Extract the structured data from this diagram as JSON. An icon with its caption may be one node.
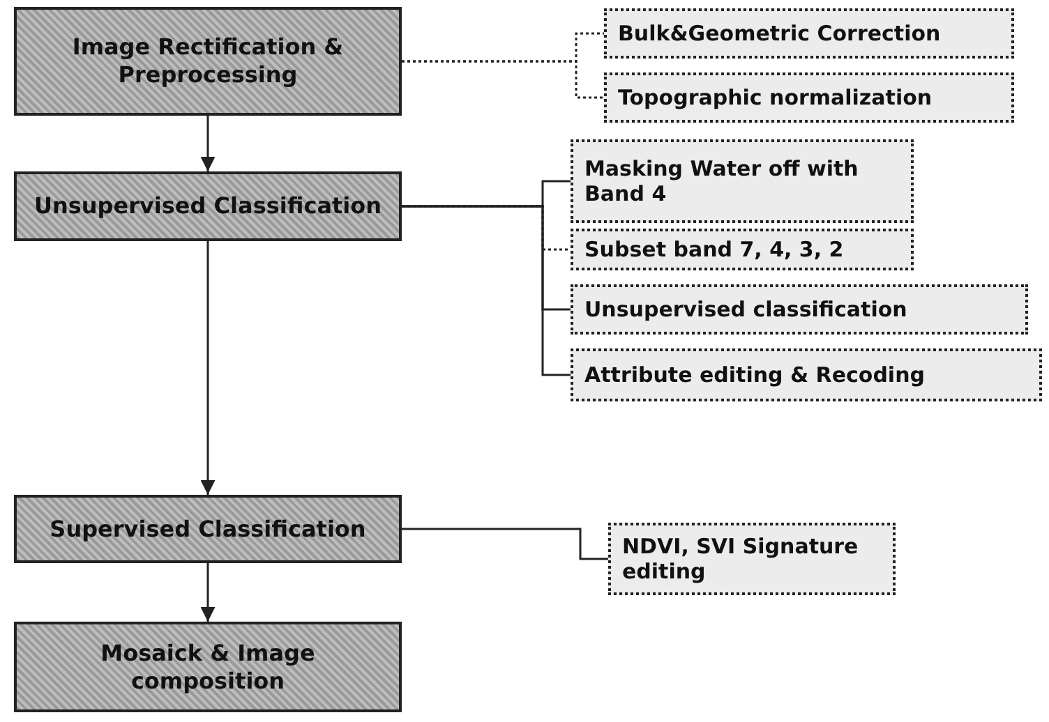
{
  "diagram": {
    "nodes": [
      {
        "text": [
          "Image Rectification & Preprocessing"
        ]
      },
      {
        "text": [
          "Unsupervised Classification"
        ]
      },
      {
        "text": [
          "Supervised Classification"
        ]
      },
      {
        "text": [
          "Mosaick & Image composition"
        ]
      },
      {
        "text": [
          "Bulk&Geometric Correction"
        ]
      },
      {
        "text": [
          "Topographic normalization"
        ]
      },
      {
        "text": [
          "Masking Water off with Band 4"
        ]
      },
      {
        "text": [
          "Subset band 7, 4, 3, 2"
        ]
      },
      {
        "text": [
          "Unsupervised classification"
        ]
      },
      {
        "text": [
          "Attribute editing & Recoding"
        ]
      },
      {
        "text": [
          "NDVI, SVI Signature editing"
        ]
      }
    ],
    "edges": [
      {
        "from": 0,
        "to": 1,
        "arrow": "to"
      },
      {
        "from": 1,
        "to": 2,
        "arrow": "to"
      },
      {
        "from": 2,
        "to": 3,
        "arrow": "to"
      },
      {
        "from": 0,
        "to": 4,
        "arrow": "none",
        "style": "dashed"
      },
      {
        "from": 0,
        "to": 5,
        "arrow": "none",
        "style": "dashed"
      },
      {
        "from": 1,
        "to": 6,
        "arrow": "none"
      },
      {
        "from": 1,
        "to": 7,
        "arrow": "none",
        "style": "dashed"
      },
      {
        "from": 1,
        "to": 8,
        "arrow": "none"
      },
      {
        "from": 1,
        "to": 9,
        "arrow": "none"
      },
      {
        "from": 2,
        "to": 10,
        "arrow": "none"
      }
    ]
  }
}
